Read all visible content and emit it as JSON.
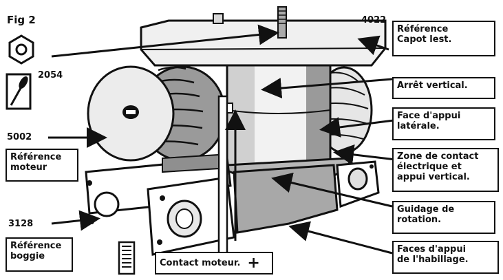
{
  "figure": {
    "title": "Fig 2",
    "part_numbers": {
      "capot": "4022",
      "nut": "2054",
      "pulley": "5002",
      "frame": "3128"
    },
    "callouts": {
      "reference_capot": [
        "Référence",
        "Capot lest."
      ],
      "arret_vertical": [
        "Arrêt vertical."
      ],
      "face_appui_laterale": [
        "Face d'appui",
        "latérale."
      ],
      "zone_contact": [
        "Zone de contact",
        "électrique et",
        "appui vertical."
      ],
      "guidage": [
        "Guidage de",
        "rotation."
      ],
      "faces_habillage": [
        "Faces d'appui",
        "de l'habillage."
      ],
      "reference_moteur": [
        "Référence",
        "moteur"
      ],
      "reference_boggie": [
        "Référence",
        "boggie"
      ],
      "contact_moteur": "Contact moteur.",
      "plus_sign": "+"
    },
    "icons": [
      "hex-nut-icon",
      "screwdriver-icon",
      "resistor-icon"
    ],
    "colors": {
      "ink": "#111111",
      "shade_dark": "#8a8a8a",
      "shade_light": "#dcdcdc",
      "paper": "#ffffff"
    }
  }
}
